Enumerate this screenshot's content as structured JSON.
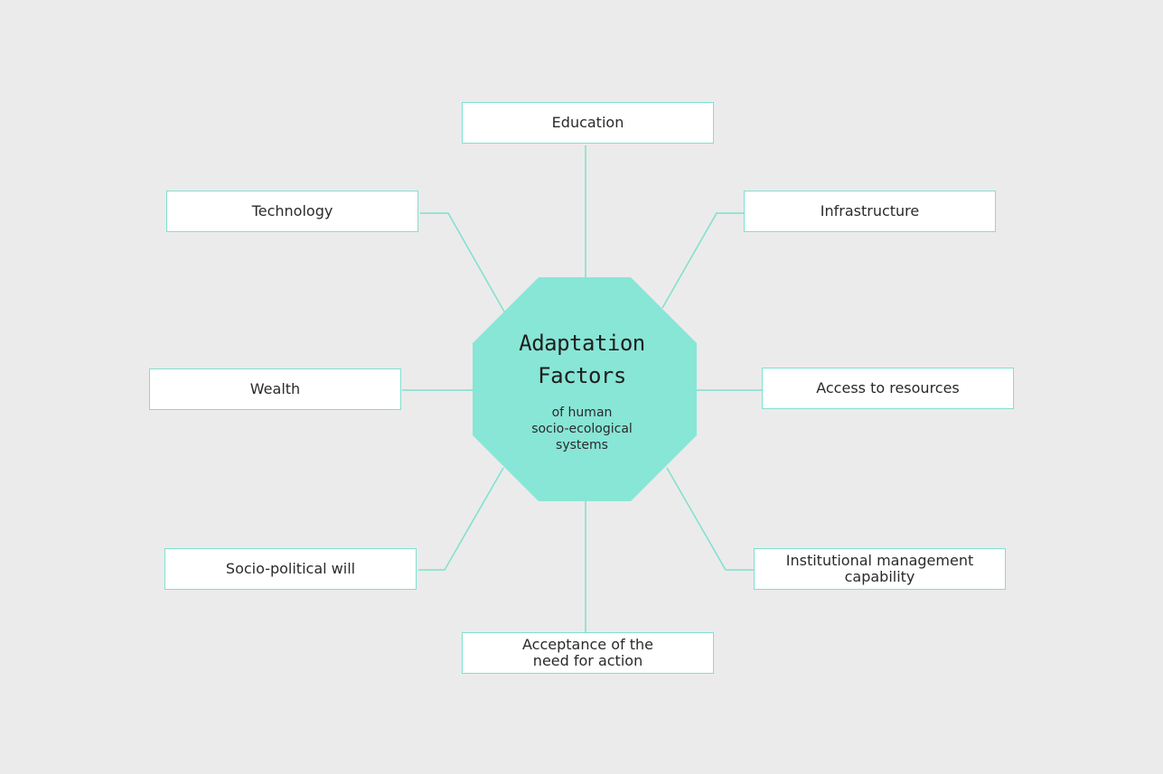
{
  "center": {
    "title": "Adaptation\nFactors",
    "subtitle": "of human\nsocio-ecological\nsystems"
  },
  "factors": [
    "Education",
    "Infrastructure",
    "Access to resources",
    "Institutional management\ncapability",
    "Acceptance of the\nneed for action",
    "Socio-political will",
    "Wealth",
    "Technology"
  ],
  "colors": {
    "background": "#ebebeb",
    "center_fill": "#88e6d6",
    "accent_line": "#7fe0cf",
    "box_fill": "#ffffff",
    "text": "#2a2a2a"
  }
}
